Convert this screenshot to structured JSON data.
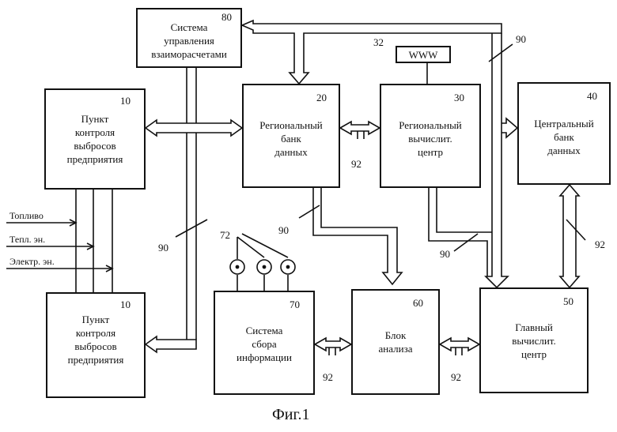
{
  "blocks": {
    "b80": {
      "num": "80",
      "l1": "Система",
      "l2": "управления",
      "l3": "взаиморасчетами"
    },
    "b10a": {
      "num": "10",
      "l1": "Пункт",
      "l2": "контроля",
      "l3": "выбросов",
      "l4": "предприятия"
    },
    "b10b": {
      "num": "10",
      "l1": "Пункт",
      "l2": "контроля",
      "l3": "выбросов",
      "l4": "предприятия"
    },
    "b20": {
      "num": "20",
      "l1": "Региональный",
      "l2": "банк",
      "l3": "данных"
    },
    "b30": {
      "num": "30",
      "l1": "Региональный",
      "l2": "вычислит.",
      "l3": "центр"
    },
    "b40": {
      "num": "40",
      "l1": "Центральный",
      "l2": "банк",
      "l3": "данных"
    },
    "b32": {
      "num": "32",
      "label": "WWW"
    },
    "b70": {
      "num": "70",
      "l1": "Система",
      "l2": "сбора",
      "l3": "информации"
    },
    "b60": {
      "num": "60",
      "l1": "Блок",
      "l2": "анализа"
    },
    "b50": {
      "num": "50",
      "l1": "Главный",
      "l2": "вычислит.",
      "l3": "центр"
    }
  },
  "inputs": {
    "fuel": "Топливо",
    "heat": "Тепл. эн.",
    "elec": "Электр. эн."
  },
  "refs": {
    "r90": "90",
    "r92": "92",
    "r72": "72"
  },
  "caption": "Фиг.1"
}
